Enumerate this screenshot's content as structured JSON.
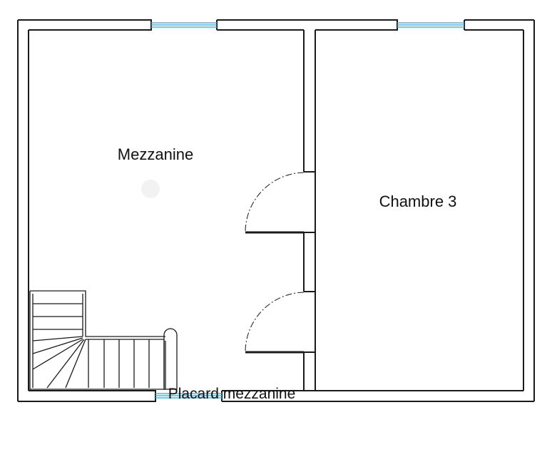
{
  "rooms": {
    "mezzanine": "Mezzanine",
    "chambre_3": "Chambre 3",
    "placard": "Placard mezzanine"
  },
  "colors": {
    "wall": "#1a1a1a",
    "window": "#4fb6e6",
    "background": "#ffffff"
  }
}
